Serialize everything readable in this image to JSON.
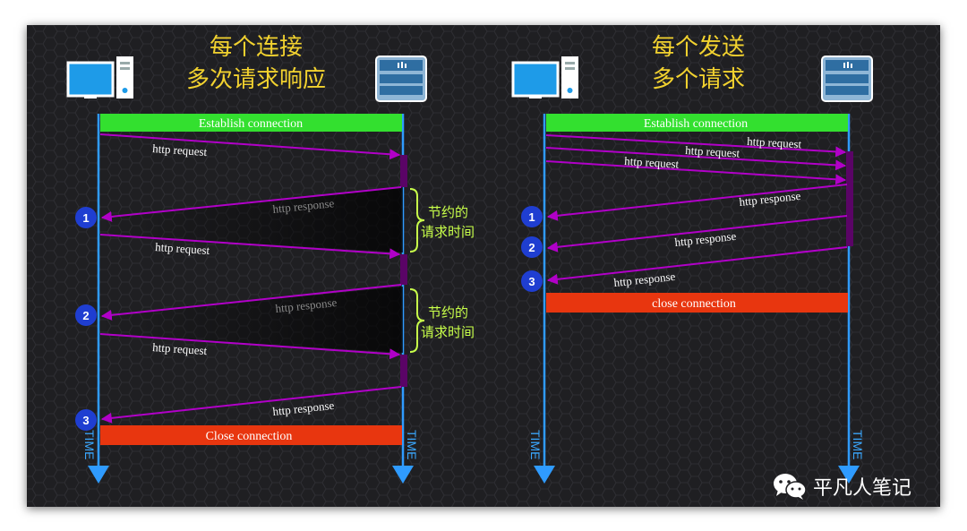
{
  "left_panel": {
    "title_line1": "每个连接",
    "title_line2": "多次请求响应",
    "establish": "Establish connection",
    "close": "Close connection",
    "requests": [
      "http request",
      "http request",
      "http request"
    ],
    "responses": [
      "http response",
      "http response",
      "http response"
    ],
    "saved": [
      "节约的",
      "请求时间"
    ],
    "numbers": [
      "1",
      "2",
      "3"
    ],
    "time_label": "TIME"
  },
  "right_panel": {
    "title_line1": "每个发送",
    "title_line2": "多个请求",
    "establish": "Establish connection",
    "close": "close connection",
    "requests": [
      "http request",
      "http request",
      "http request"
    ],
    "responses": [
      "http response",
      "http response",
      "http response"
    ],
    "numbers": [
      "1",
      "2",
      "3"
    ],
    "time_label": "TIME"
  },
  "watermark": "平凡人笔记",
  "icons": {
    "client": "desktop-computer-icon",
    "server": "server-rack-icon",
    "watermark": "wechat-icon"
  },
  "colors": {
    "connect_bar": "#33e02f",
    "close_bar": "#e8360f",
    "arrow": "#b100c8",
    "timeline": "#2f9bff",
    "number_circle": "#1f3ed1",
    "title": "#f2d22f",
    "saved_brace": "#c8ff4a"
  }
}
